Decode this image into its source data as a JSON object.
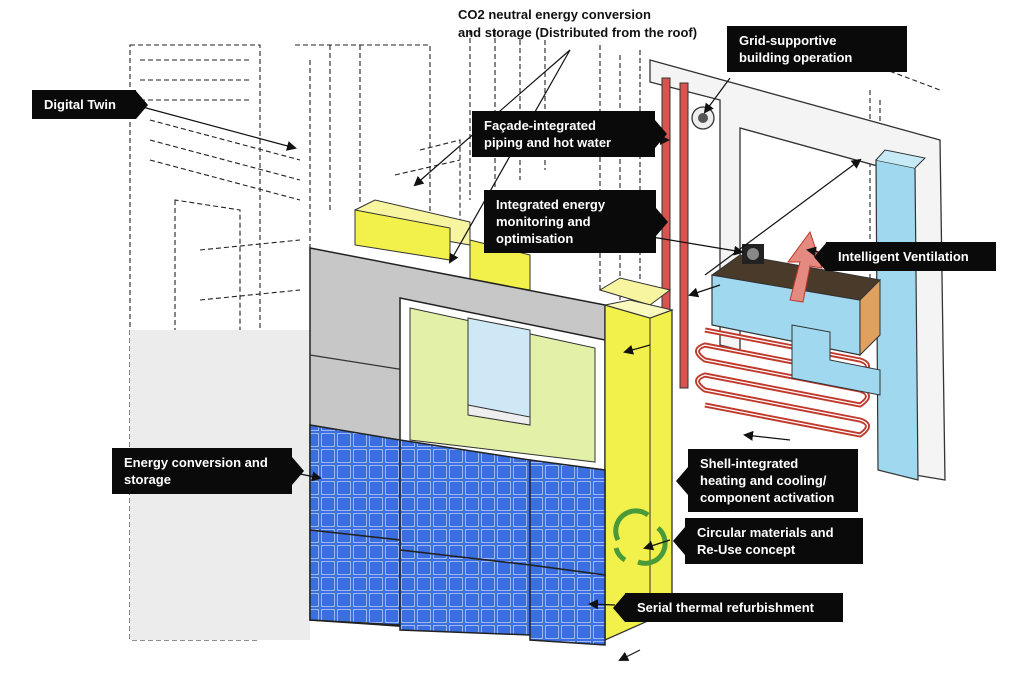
{
  "labels": {
    "co2": "CO2 neutral energy conversion\nand storage (Distributed from the roof)",
    "grid": "Grid-supportive\nbuilding operation",
    "digital_twin": "Digital Twin",
    "facade_piping": "Façade-integrated\npiping and hot water",
    "monitoring": "Integrated energy\nmonitoring and\noptimisation",
    "ventilation": "Intelligent Ventilation",
    "energy_conversion": "Energy conversion and\nstorage",
    "shell_heating": "Shell-integrated\nheating and cooling/\ncomponent activation",
    "circular": "Circular materials and\nRe-Use concept",
    "serial": "Serial thermal refurbishment"
  },
  "colors": {
    "label_bg": "#0a0a0a",
    "label_text": "#ffffff",
    "pv_blue": "#3b6fe0",
    "insulation_yellow": "#f2f04a",
    "pipe_red": "#d9534f",
    "duct_blue": "#9fd8ef",
    "panel_grey": "#b5b5b5",
    "recycle_green": "#4a9a3a"
  }
}
